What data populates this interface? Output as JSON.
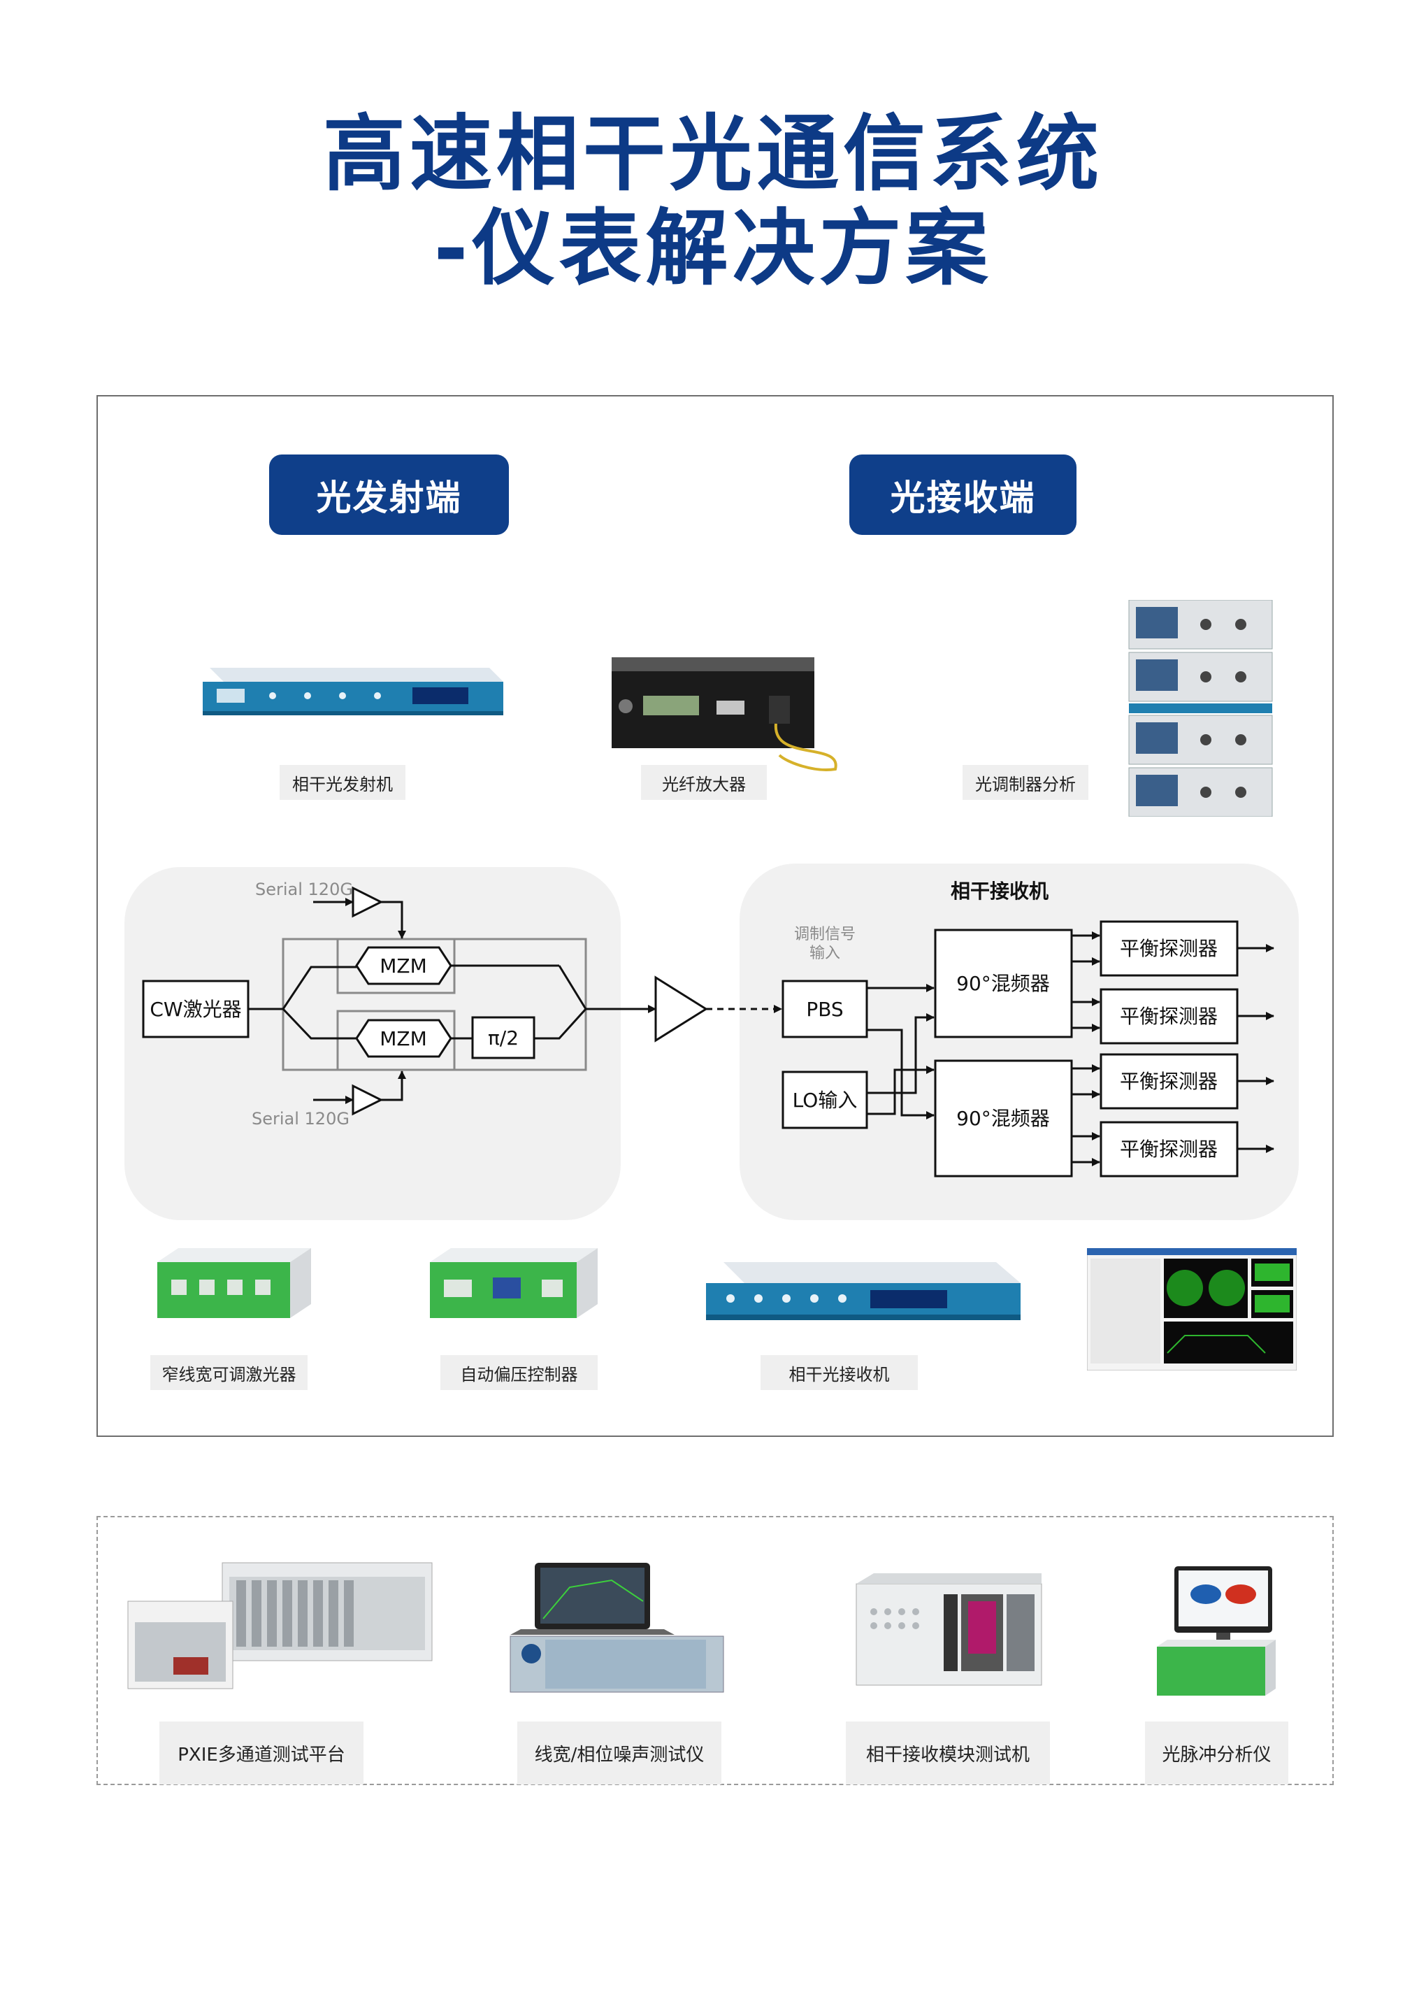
{
  "title": {
    "line1": "高速相干光通信系统",
    "line2": "-仪表解决方案"
  },
  "sections": {
    "tx_header": "光发射端",
    "rx_header": "光接收端"
  },
  "devices_top": [
    {
      "name": "相干光发射机"
    },
    {
      "name": "光纤放大器"
    },
    {
      "name": "光调制器分析"
    }
  ],
  "diagram": {
    "serial_top": "Serial 120G",
    "serial_bottom": "Serial 120G",
    "cw_laser": "CW激光器",
    "mzm_top": "MZM",
    "mzm_bottom": "MZM",
    "phase": "π/2",
    "receiver_title": "相干接收机",
    "mod_input_line1": "调制信号",
    "mod_input_line2": "输入",
    "pbs": "PBS",
    "lo_input": "LO输入",
    "mixer_top": "90°混频器",
    "mixer_bottom": "90°混频器",
    "bd1": "平衡探测器",
    "bd2": "平衡探测器",
    "bd3": "平衡探测器",
    "bd4": "平衡探测器"
  },
  "devices_mid": [
    {
      "name": "窄线宽可调激光器"
    },
    {
      "name": "自动偏压控制器"
    },
    {
      "name": "相干光接收机"
    }
  ],
  "devices_bottom": [
    {
      "name": "PXIE多通道测试平台"
    },
    {
      "name": "线宽/相位噪声测试仪"
    },
    {
      "name": "相干接收模块测试机"
    },
    {
      "name": "光脉冲分析仪"
    }
  ],
  "colors": {
    "brand": "#0f3f8a",
    "device_blue": "#1f7fb0",
    "device_green": "#3cb54a"
  }
}
